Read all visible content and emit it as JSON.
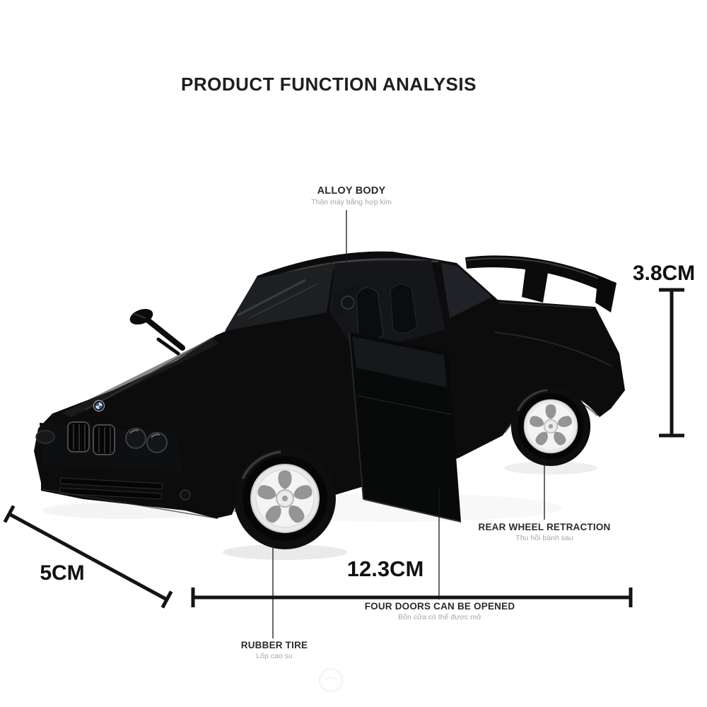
{
  "title": "PRODUCT FUNCTION ANALYSIS",
  "callouts": {
    "alloy_body": {
      "label": "ALLOY BODY",
      "sub": "Thân máy bằng hợp kim"
    },
    "rear_wheel_retraction": {
      "label": "REAR WHEEL RETRACTION",
      "sub": "Thu hồi bánh sau"
    },
    "four_doors": {
      "label": "FOUR DOORS CAN BE OPENED",
      "sub": "Bốn cửa có thể được mở"
    },
    "rubber_tire": {
      "label": "RUBBER TIRE",
      "sub": "Lốp cao su"
    }
  },
  "dimensions": {
    "height": "3.8CM",
    "width": "5CM",
    "length": "12.3CM"
  },
  "colors": {
    "background": "#ffffff",
    "car_body": "#0c0c0d",
    "dimension_line": "#141414",
    "callout_line": "#1a1a1a",
    "label_text": "#2b2b2b",
    "sub_text": "#a6a6a6",
    "wheel_rim": "#f1f1f1"
  }
}
